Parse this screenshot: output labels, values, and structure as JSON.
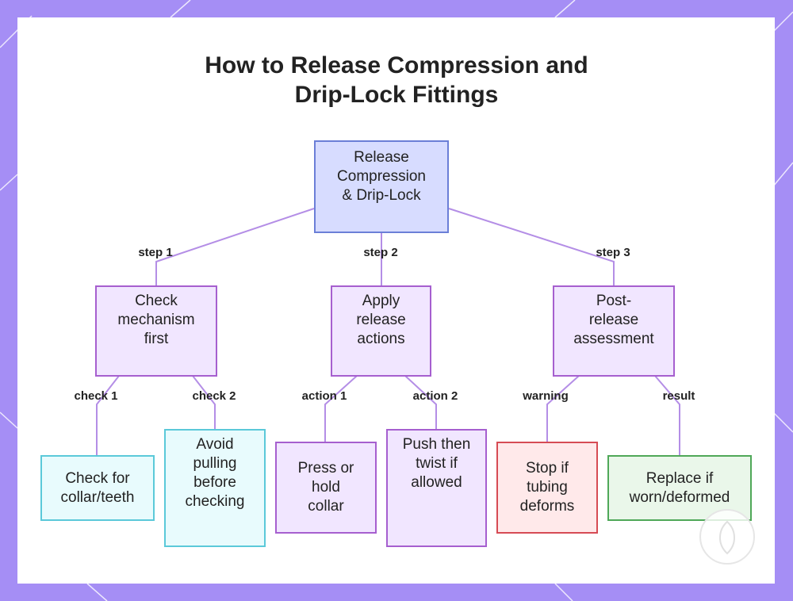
{
  "title": {
    "line1": "How to Release Compression and",
    "line2": "Drip-Lock Fittings"
  },
  "colors": {
    "background": "#a58ef5",
    "root_fill": "#d7dcff",
    "step_fill": "#f1e6ff",
    "check_fill": "#e8fbfd",
    "warning_fill": "#ffe9ea",
    "result_fill": "#eaf7ea",
    "edge": "#b48ee6"
  },
  "nodes": {
    "root": [
      "Release",
      "Compression",
      "& Drip-Lock"
    ],
    "check_mechanism": [
      "Check",
      "mechanism",
      "first"
    ],
    "apply_release": [
      "Apply",
      "release",
      "actions"
    ],
    "post_release": [
      "Post-",
      "release",
      "assessment"
    ],
    "check_collar": [
      "Check for",
      "collar/teeth"
    ],
    "avoid_pulling": [
      "Avoid",
      "pulling",
      "before",
      "checking"
    ],
    "press_hold": [
      "Press or",
      "hold",
      "collar"
    ],
    "push_twist": [
      "Push then",
      "twist if",
      "allowed"
    ],
    "stop_deforms": [
      "Stop if",
      "tubing",
      "deforms"
    ],
    "replace_worn": [
      "Replace if",
      "worn/deformed"
    ]
  },
  "edge_labels": {
    "step1": "step 1",
    "step2": "step 2",
    "step3": "step 3",
    "check1": "check 1",
    "check2": "check 2",
    "action1": "action 1",
    "action2": "action 2",
    "warning": "warning",
    "result": "result"
  },
  "icons": {
    "logo": "leaf-logo-icon"
  }
}
